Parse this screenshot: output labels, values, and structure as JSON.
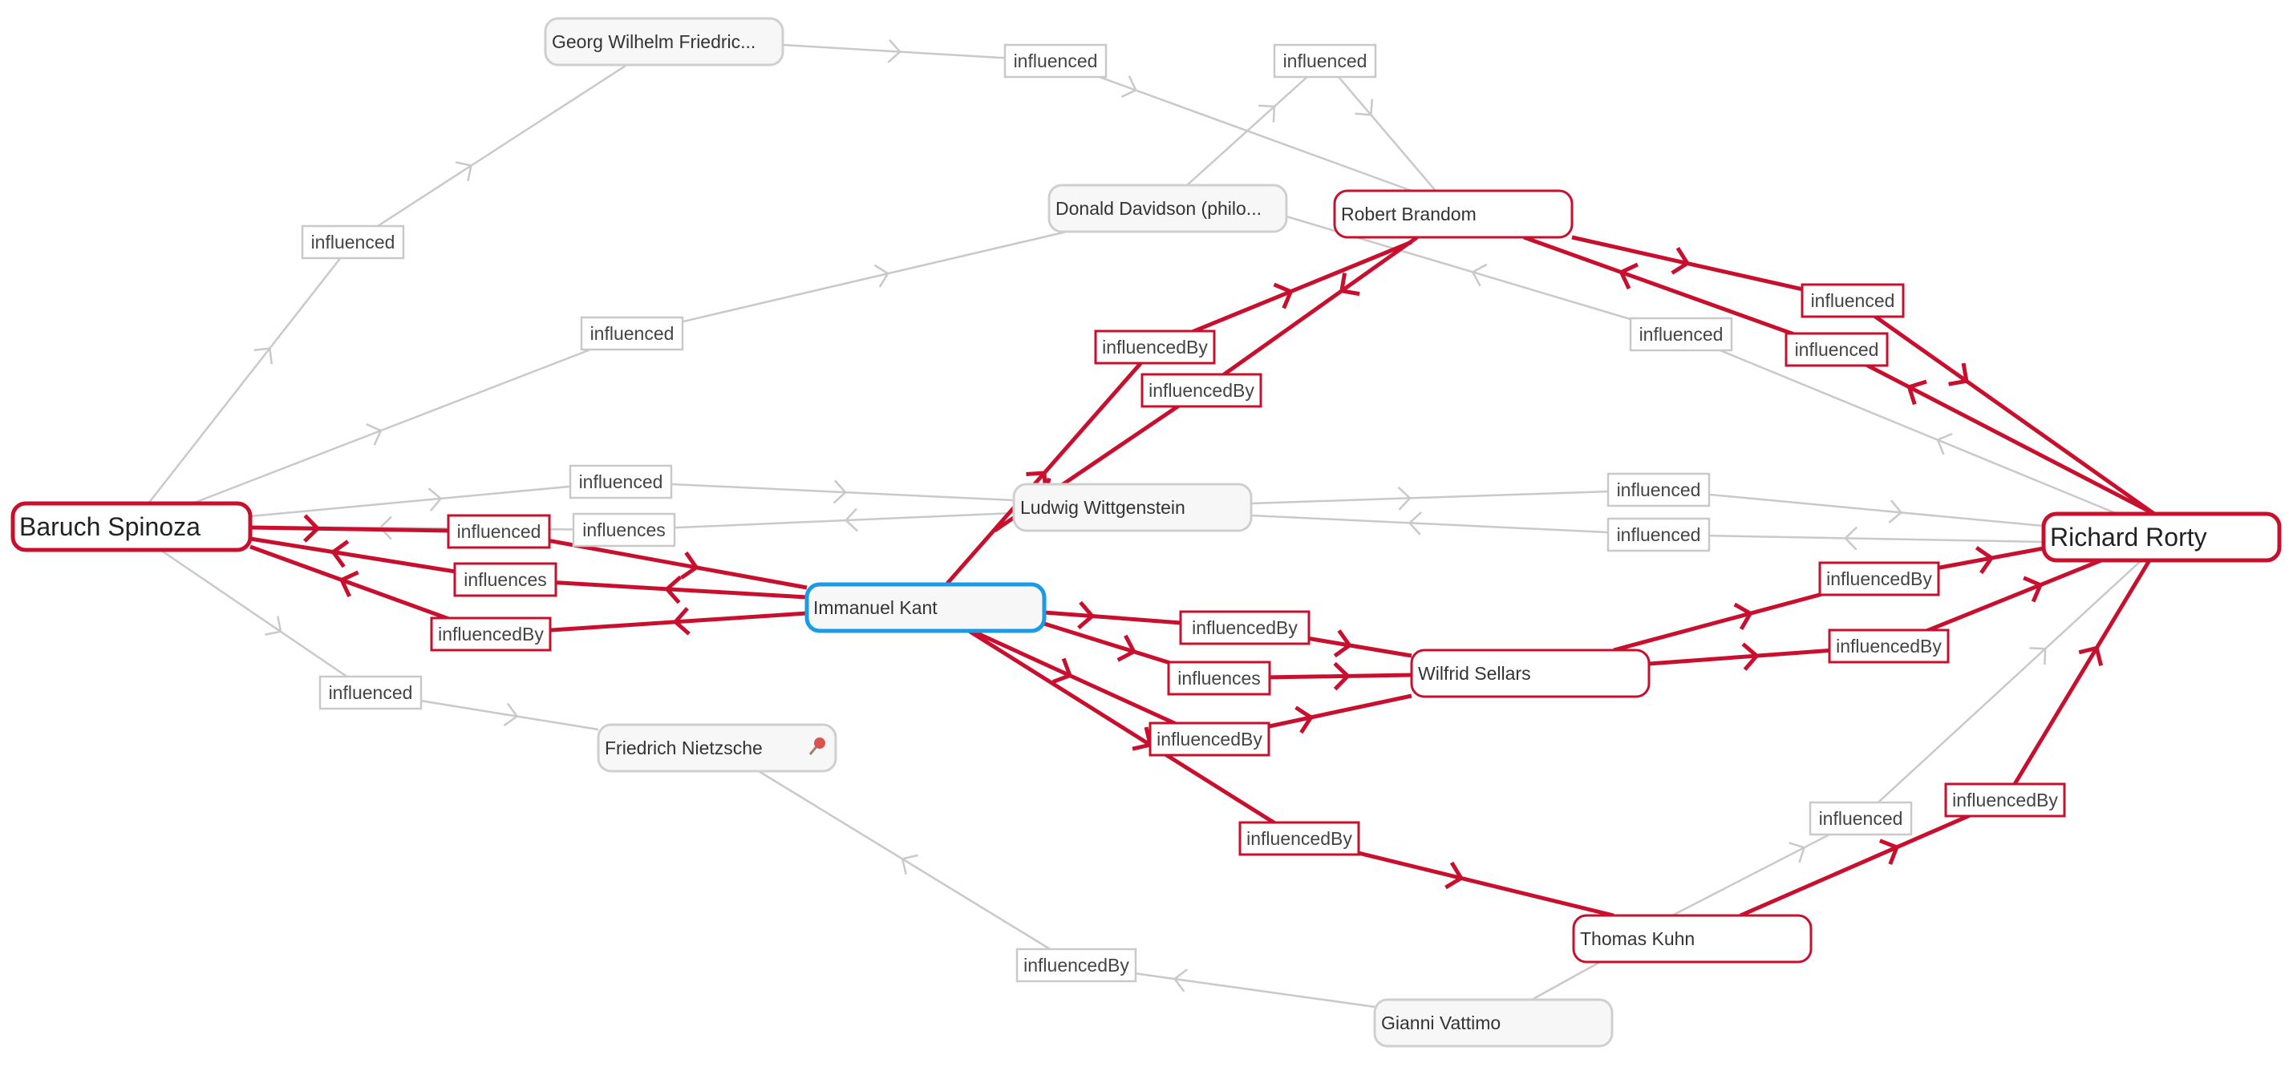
{
  "colors": {
    "highlight": "#c8102e",
    "selected": "#1a9be6",
    "muted": "#c9c9c9",
    "node_fill": "#f7f7f7"
  },
  "nodes": [
    {
      "id": "spinoza",
      "label": "Baruch Spinoza",
      "kind": "main"
    },
    {
      "id": "rorty",
      "label": "Richard Rorty",
      "kind": "main"
    },
    {
      "id": "kant",
      "label": "Immanuel Kant",
      "kind": "selected"
    },
    {
      "id": "hegel",
      "label": "Georg Wilhelm Friedric...",
      "kind": "plain"
    },
    {
      "id": "davidson",
      "label": "Donald Davidson (philo...",
      "kind": "plain"
    },
    {
      "id": "brandom",
      "label": "Robert Brandom",
      "kind": "highlight"
    },
    {
      "id": "wittgenstein",
      "label": "Ludwig Wittgenstein",
      "kind": "plain"
    },
    {
      "id": "sellars",
      "label": "Wilfrid Sellars",
      "kind": "highlight"
    },
    {
      "id": "nietzsche",
      "label": "Friedrich Nietzsche",
      "kind": "plain",
      "icon": "pin-icon"
    },
    {
      "id": "kuhn",
      "label": "Thomas Kuhn",
      "kind": "highlight"
    },
    {
      "id": "vattimo",
      "label": "Gianni Vattimo",
      "kind": "plain"
    }
  ],
  "edges": [
    {
      "label": "influenced",
      "highlight": false
    },
    {
      "label": "influenced",
      "highlight": false
    },
    {
      "label": "influenced",
      "highlight": false
    },
    {
      "label": "influenced",
      "highlight": false
    },
    {
      "label": "influenced",
      "highlight": false
    },
    {
      "label": "influences",
      "highlight": false
    },
    {
      "label": "influenced",
      "highlight": false
    },
    {
      "label": "influenced",
      "highlight": false
    },
    {
      "label": "influenced",
      "highlight": false
    },
    {
      "label": "influenced",
      "highlight": false
    },
    {
      "label": "influenced",
      "highlight": false
    },
    {
      "label": "influenced",
      "highlight": false
    },
    {
      "label": "influencedBy",
      "highlight": false
    },
    {
      "label": "influenced",
      "highlight": true
    },
    {
      "label": "influences",
      "highlight": true
    },
    {
      "label": "influencedBy",
      "highlight": true
    },
    {
      "label": "influencedBy",
      "highlight": true
    },
    {
      "label": "influencedBy",
      "highlight": true
    },
    {
      "label": "influenced",
      "highlight": true
    },
    {
      "label": "influenced",
      "highlight": true
    },
    {
      "label": "influencedBy",
      "highlight": true
    },
    {
      "label": "influences",
      "highlight": true
    },
    {
      "label": "influencedBy",
      "highlight": true
    },
    {
      "label": "influencedBy",
      "highlight": true
    },
    {
      "label": "influencedBy",
      "highlight": true
    },
    {
      "label": "influencedBy",
      "highlight": true
    },
    {
      "label": "influencedBy",
      "highlight": true
    }
  ]
}
